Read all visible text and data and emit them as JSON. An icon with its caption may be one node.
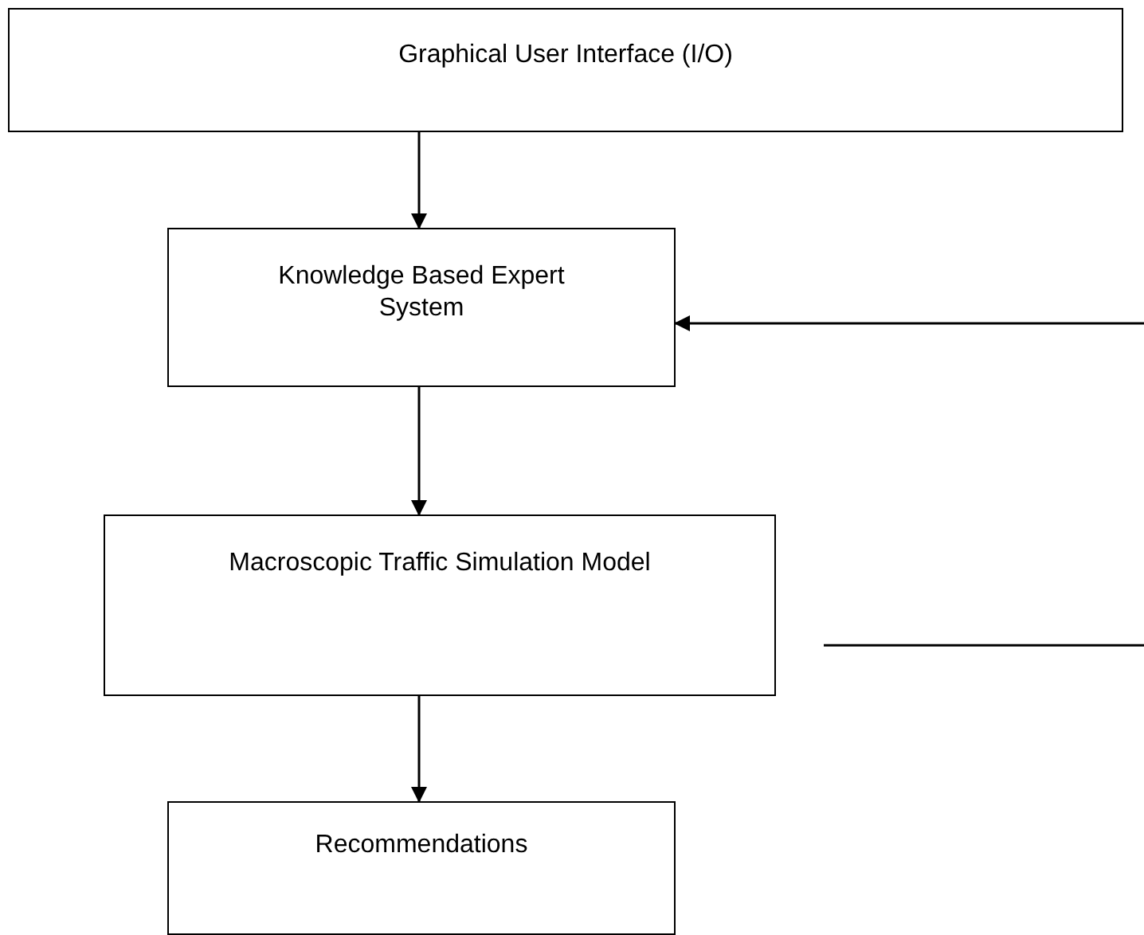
{
  "diagram": {
    "nodes": [
      {
        "text": [
          "Graphical User Interface (I/O)"
        ]
      },
      {
        "text": [
          "Knowledge Based Expert System"
        ]
      },
      {
        "text": [
          "Macroscopic Traffic Simulation Model"
        ]
      },
      {
        "text": [
          "Recommendations"
        ]
      }
    ],
    "edges": [
      {
        "from": 0,
        "to": 1,
        "arrow": "to"
      },
      {
        "from": 1,
        "to": 2,
        "arrow": "to"
      },
      {
        "from": 2,
        "to": 3,
        "arrow": "to"
      },
      {
        "from": null,
        "to": 1,
        "arrow": "to"
      },
      {
        "from": 2,
        "to": null,
        "arrow": "none"
      }
    ]
  }
}
